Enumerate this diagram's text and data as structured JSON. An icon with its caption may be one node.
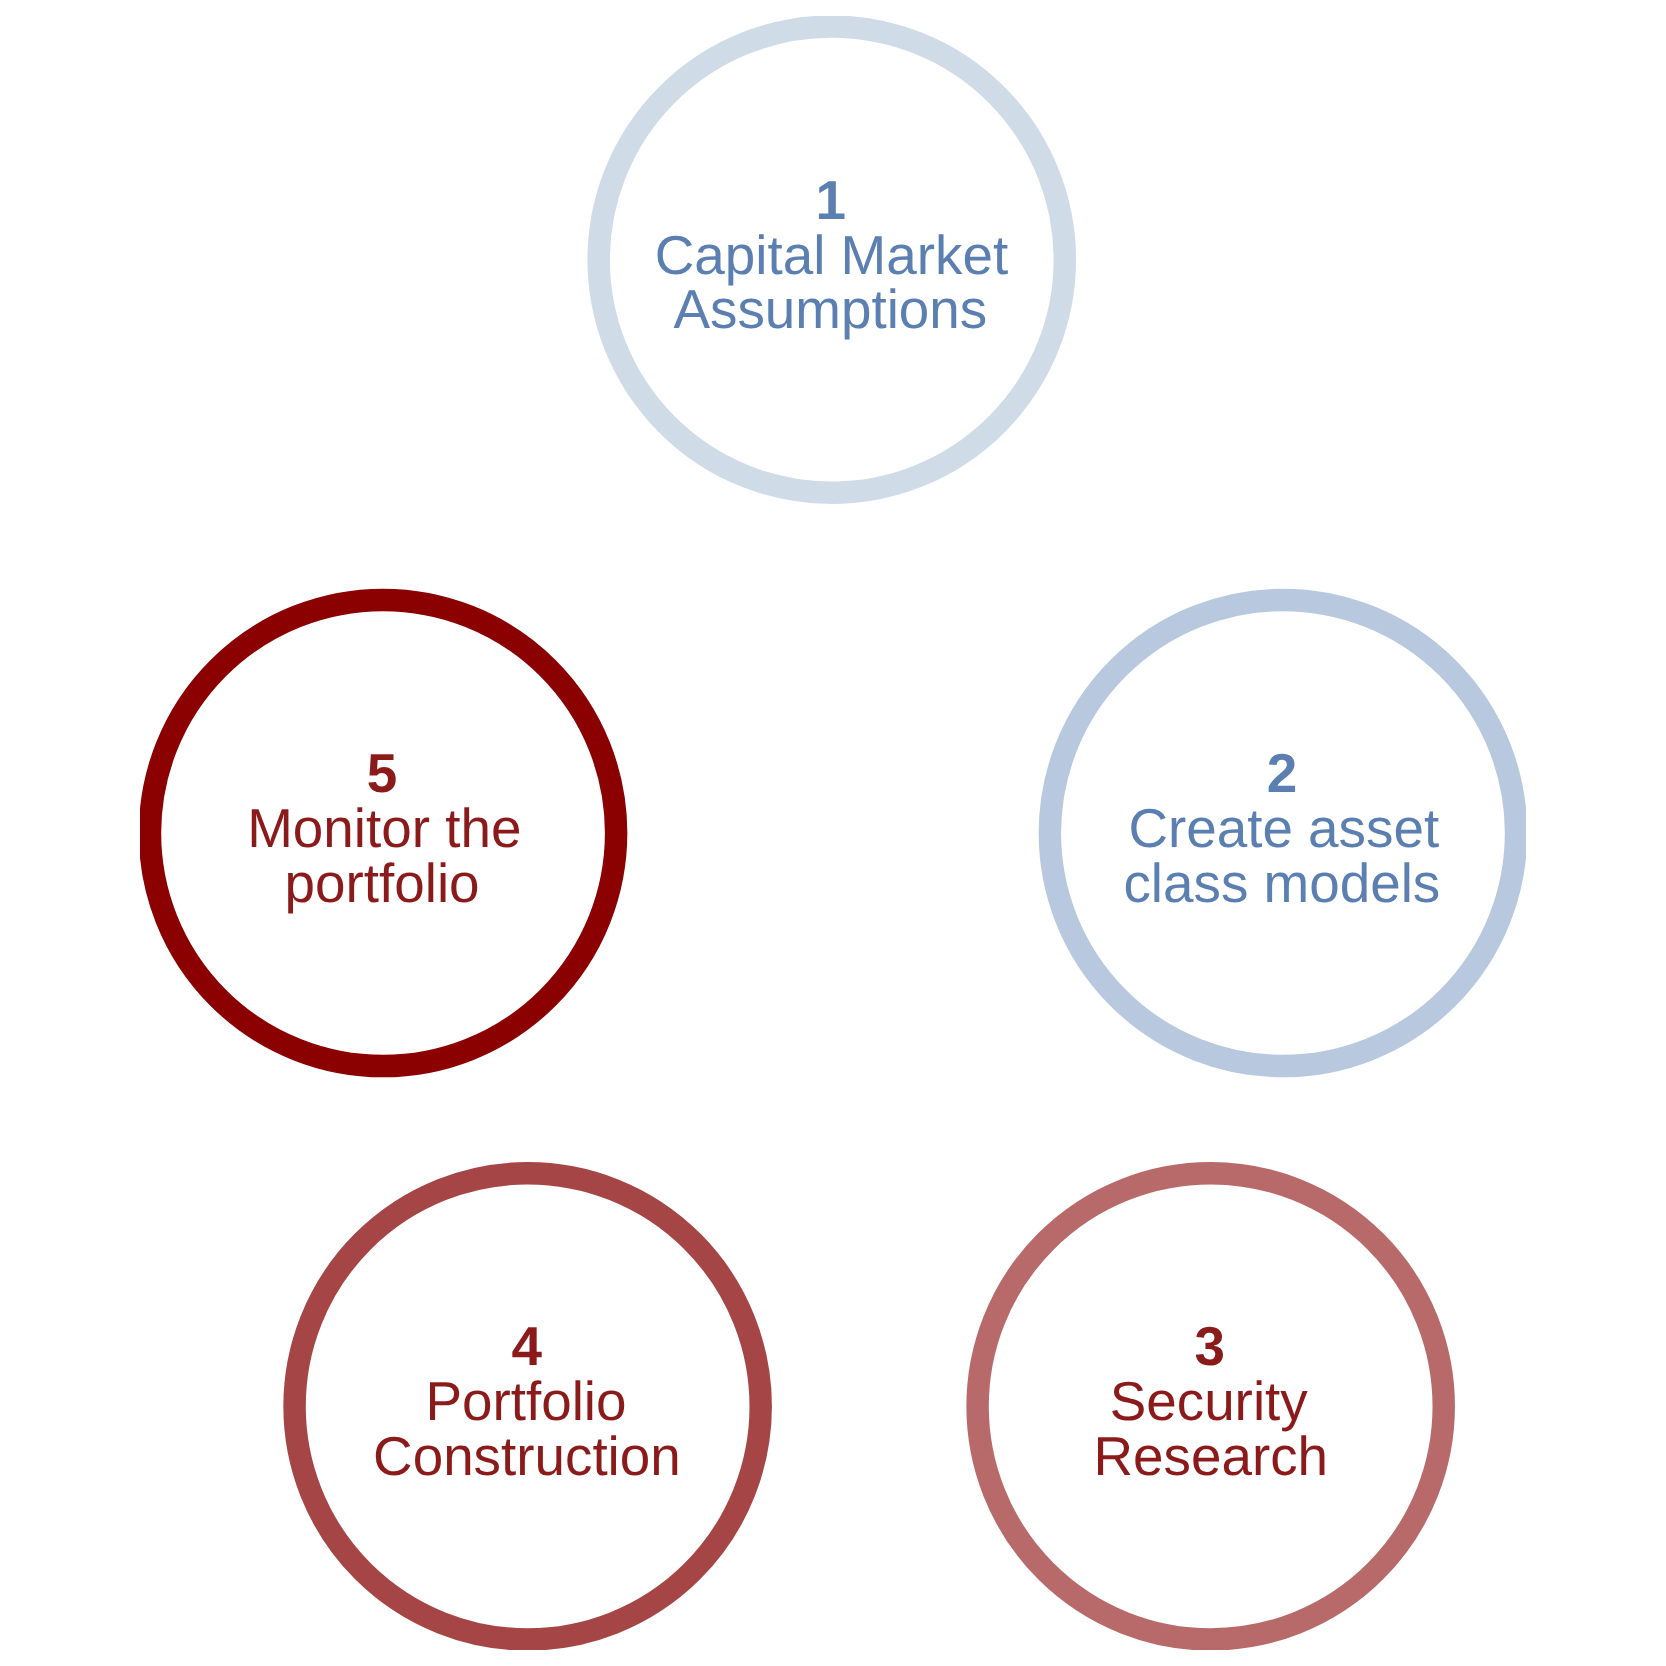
{
  "diagram": {
    "nodes": [
      {
        "text": [
          "1",
          "Capital Market Assumptions"
        ]
      },
      {
        "text": [
          "2",
          "Create asset class models"
        ]
      },
      {
        "text": [
          "3",
          "Security Research"
        ]
      },
      {
        "text": [
          "4",
          "Portfolio Construction"
        ]
      },
      {
        "text": [
          "5",
          "Monitor the portfolio"
        ]
      }
    ]
  }
}
